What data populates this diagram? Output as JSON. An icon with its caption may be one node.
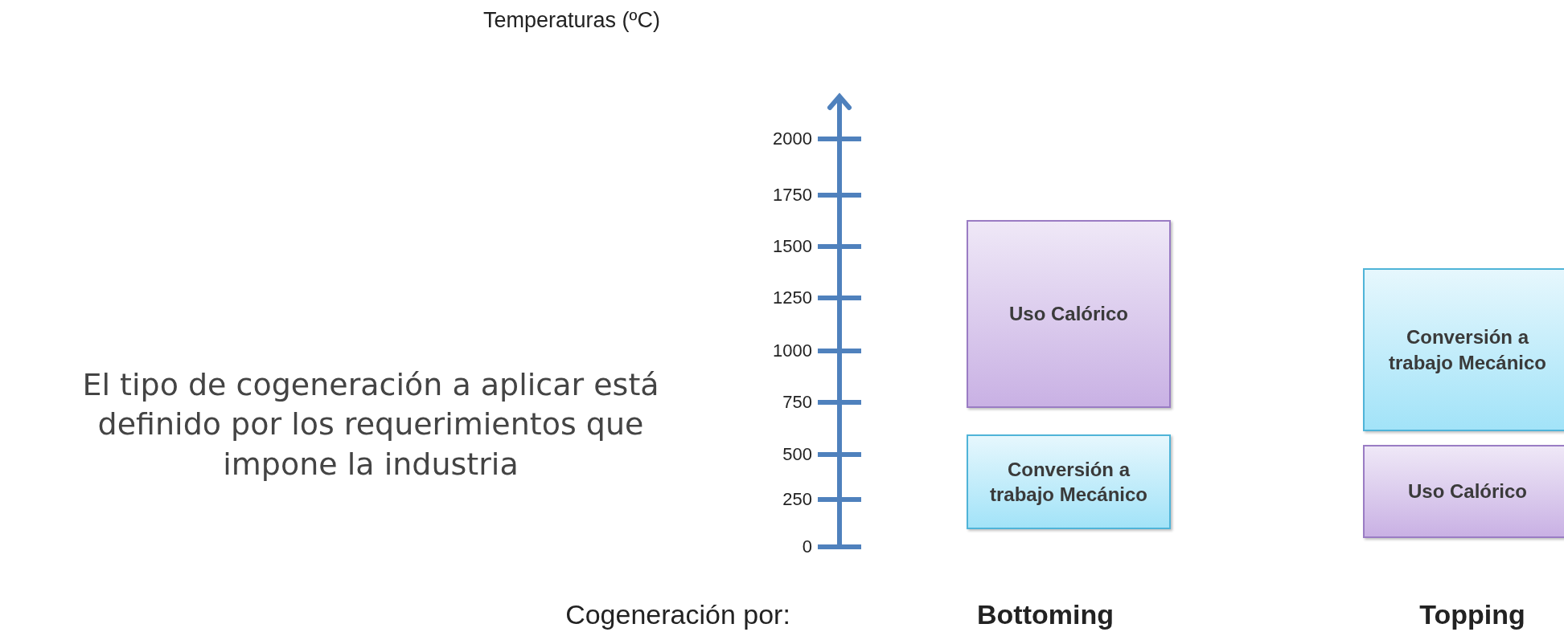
{
  "diagram": {
    "nodes": [
      {
        "text": [
          "Uso Calórico"
        ]
      },
      {
        "text": [
          "Conversión a trabajo Mecánico"
        ]
      },
      {
        "text": [
          "Conversión a trabajo Mecánico"
        ]
      },
      {
        "text": [
          "Uso Calórico"
        ]
      }
    ],
    "edges": [],
    "labels": [
      "Temperaturas (ºC)",
      "2000",
      "1750",
      "1500",
      "1250",
      "1000",
      "750",
      "500",
      "250",
      "0",
      "El tipo de cogeneración a aplicar está definido por los requerimientos que impone la industria",
      "Cogeneración por:",
      "Bottoming",
      "Topping"
    ]
  }
}
